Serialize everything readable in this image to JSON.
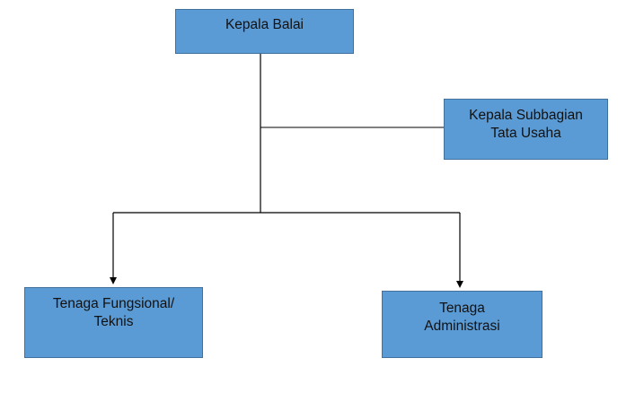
{
  "diagram": {
    "nodes": {
      "kepala_balai": "Kepala Balai",
      "kepala_subbagian": "Kepala Subbagian\nTata Usaha",
      "tenaga_fungsional": "Tenaga Fungsional/\nTeknis",
      "tenaga_administrasi": "Tenaga\nAdministrasi"
    },
    "colors": {
      "box_fill": "#5b9bd5",
      "box_border": "#41719c",
      "line": "#000000",
      "text": "#111111"
    }
  }
}
